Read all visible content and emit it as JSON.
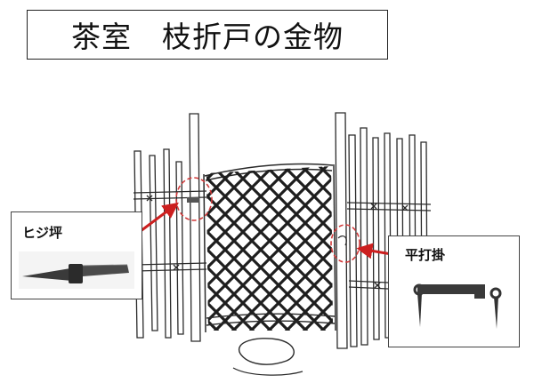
{
  "title": "茶室　枝折戸の金物",
  "callouts": [
    {
      "label": "ヒジ坪",
      "part_icon": "hinge-pin-icon"
    },
    {
      "label": "平打掛",
      "part_icon": "flat-latch-hook-icon"
    }
  ],
  "colors": {
    "arrow": "#cc1f1f",
    "highlight_circle": "#d23b3b",
    "sketch_line": "#2a2a2a",
    "metal": "#3a3a3a"
  }
}
